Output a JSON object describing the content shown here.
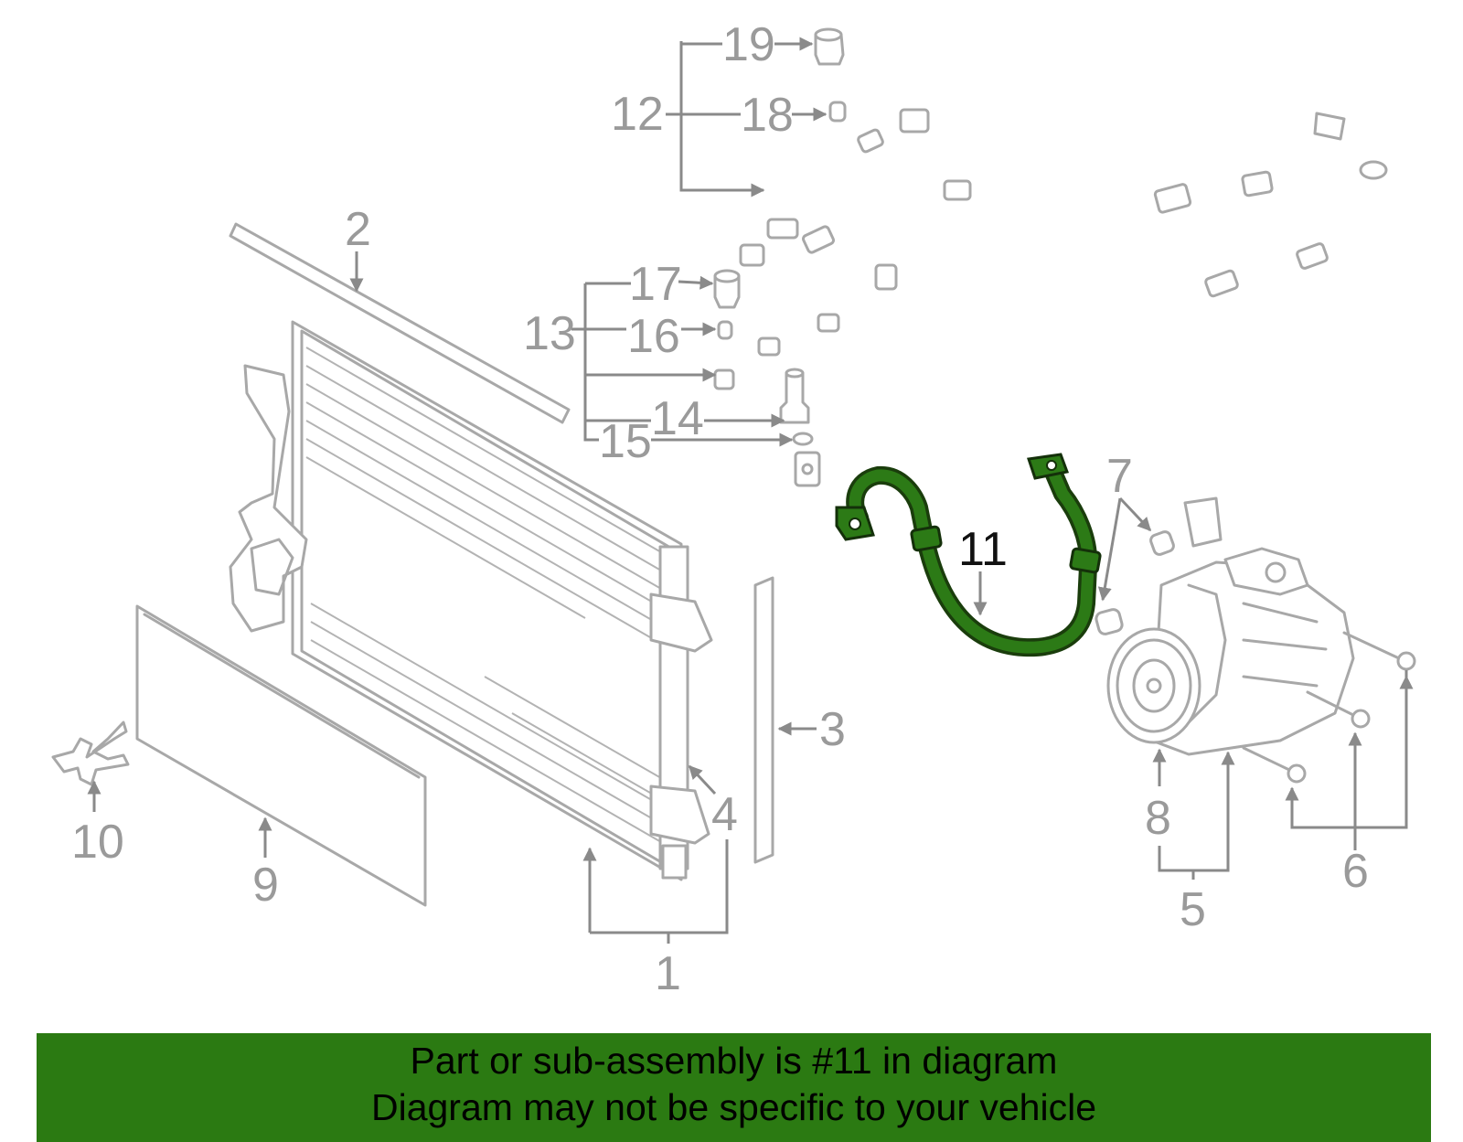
{
  "callouts": {
    "c1": "1",
    "c2": "2",
    "c3": "3",
    "c4": "4",
    "c5": "5",
    "c6": "6",
    "c7": "7",
    "c8": "8",
    "c9": "9",
    "c10": "10",
    "c11": "11",
    "c12": "12",
    "c13": "13",
    "c14": "14",
    "c15": "15",
    "c16": "16",
    "c17": "17",
    "c18": "18",
    "c19": "19"
  },
  "highlighted_part": "11",
  "colors": {
    "highlight": "#2c7a16",
    "banner": "#2b7a12",
    "line_art": "#a8a8a8"
  },
  "banner": {
    "line1": "Part or sub-assembly is #11 in diagram",
    "line2": "Diagram may not be specific to your vehicle"
  }
}
